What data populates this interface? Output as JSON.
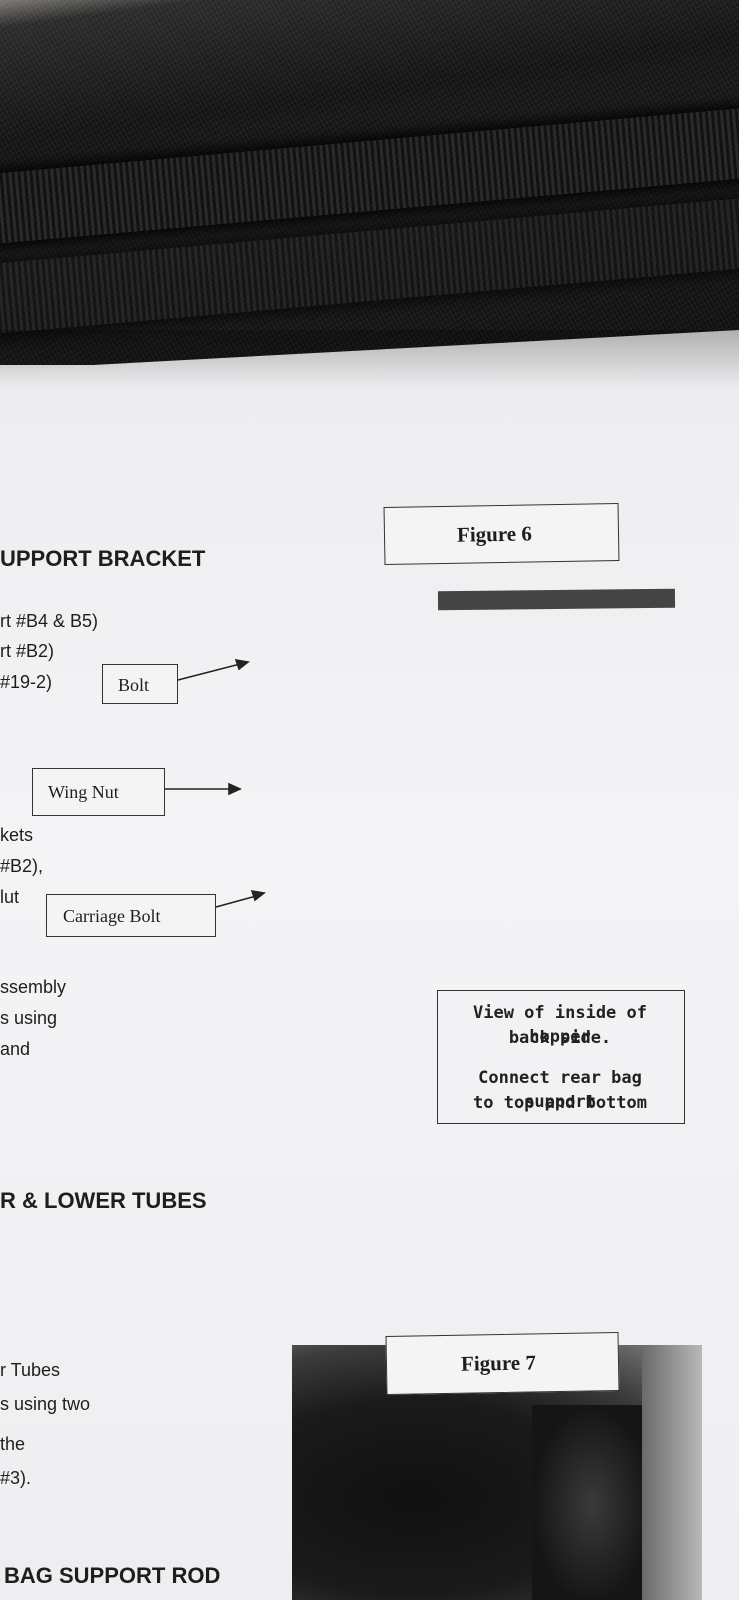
{
  "document": {
    "figure6_label": "Figure 6",
    "figure7_label": "Figure 7",
    "heading_support_bracket": "UPPORT BRACKET",
    "lines_top": [
      "rt #B4 & B5)",
      "rt #B2)",
      "#19-2)"
    ],
    "lines_mid": [
      "kets",
      "#B2),",
      "lut"
    ],
    "lines_assembly": [
      "ssembly",
      "s using",
      "and"
    ],
    "heading_tubes": "R & LOWER TUBES",
    "lines_tubes": [
      "r Tubes",
      "s using two",
      "the",
      "#3)."
    ],
    "heading_rod": "BAG SUPPORT ROD",
    "callouts": {
      "bolt": "Bolt",
      "wing_nut": "Wing Nut",
      "carriage_bolt": "Carriage Bolt"
    },
    "note": {
      "line1": "View of inside of hopper",
      "line2": "back side.",
      "line3": "Connect rear bag support",
      "line4": "to top and bottom"
    }
  }
}
